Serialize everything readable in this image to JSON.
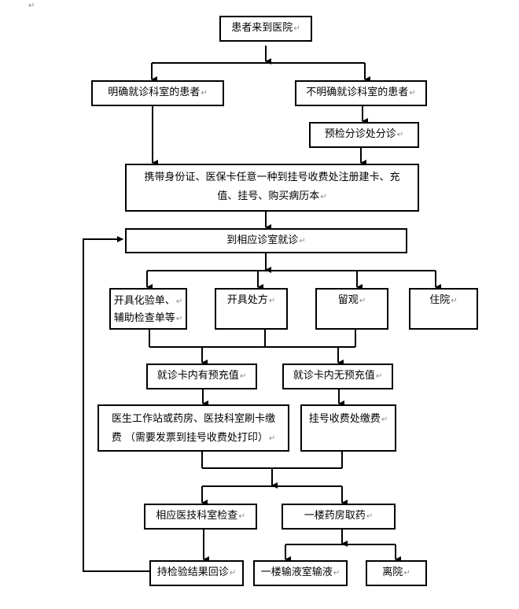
{
  "document": {
    "paragraph_mark": "↵"
  },
  "flowchart": {
    "title_node": "患者来到医院",
    "known_dept": "明确就诊科室的患者",
    "unknown_dept": "不明确就诊科室的患者",
    "triage": "预检分诊处分诊",
    "register_line1": "携带身份证、医保卡任意一种到挂号收费处注册建卡、充",
    "register_line2": "值、挂号、购买病历本",
    "consult": "到相应诊室就诊",
    "lab_order_line1": "开具化验单、",
    "lab_order_line2": "辅助检查单等",
    "prescription": "开具处方",
    "observation": "留观",
    "hospitalize": "住院",
    "card_has_balance": "就诊卡内有预充值",
    "card_no_balance": "就诊卡内无预充值",
    "card_pay_line1": "医生工作站或药房、医技科室刷卡缴",
    "card_pay_line2": "费 （需要发票到挂号收费处打印）",
    "cashier_pay": "挂号收费处缴费",
    "dept_exam": "相应医技科室检查",
    "pharmacy": "一楼药房取药",
    "return_with_results": "持检验结果回诊",
    "infusion": "一楼输液室输液",
    "discharge": "离院"
  }
}
